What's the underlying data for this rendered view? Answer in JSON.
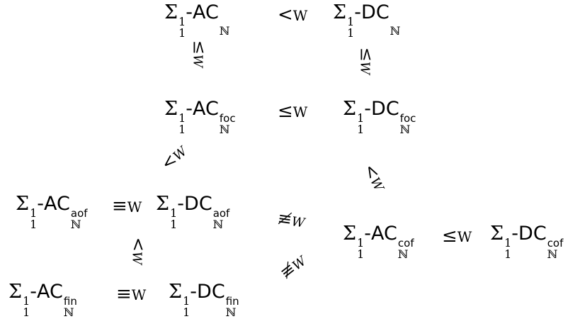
{
  "nodes": {
    "ac": {
      "sigma": "Σ",
      "sub": "1",
      "sup": "1",
      "dash": "-",
      "name": "AC",
      "dom": "ℕ",
      "tag": ""
    },
    "dc": {
      "sigma": "Σ",
      "sub": "1",
      "sup": "1",
      "dash": "-",
      "name": "DC",
      "dom": "ℕ",
      "tag": ""
    },
    "ac_foc": {
      "sigma": "Σ",
      "sub": "1",
      "sup": "1",
      "dash": "-",
      "name": "AC",
      "dom": "ℕ",
      "tag": "foc"
    },
    "dc_foc": {
      "sigma": "Σ",
      "sub": "1",
      "sup": "1",
      "dash": "-",
      "name": "DC",
      "dom": "ℕ",
      "tag": "foc"
    },
    "ac_aof": {
      "sigma": "Σ",
      "sub": "1",
      "sup": "1",
      "dash": "-",
      "name": "AC",
      "dom": "ℕ",
      "tag": "aof"
    },
    "dc_aof": {
      "sigma": "Σ",
      "sub": "1",
      "sup": "1",
      "dash": "-",
      "name": "DC",
      "dom": "ℕ",
      "tag": "aof"
    },
    "ac_cof": {
      "sigma": "Σ",
      "sub": "1",
      "sup": "1",
      "dash": "-",
      "name": "AC",
      "dom": "ℕ",
      "tag": "cof"
    },
    "dc_cof": {
      "sigma": "Σ",
      "sub": "1",
      "sup": "1",
      "dash": "-",
      "name": "DC",
      "dom": "ℕ",
      "tag": "cof"
    },
    "ac_fin": {
      "sigma": "Σ",
      "sub": "1",
      "sup": "1",
      "dash": "-",
      "name": "AC",
      "dom": "ℕ",
      "tag": "fin"
    },
    "dc_fin": {
      "sigma": "Σ",
      "sub": "1",
      "sup": "1",
      "dash": "-",
      "name": "DC",
      "dom": "ℕ",
      "tag": "fin"
    }
  },
  "relations": {
    "ac_lt_dc": {
      "sym": "<",
      "w": "W"
    },
    "foc_le": {
      "sym": "≤",
      "w": "W"
    },
    "aof_eq": {
      "sym": "≡",
      "w": "W"
    },
    "cof_le": {
      "sym": "≤",
      "w": "W"
    },
    "fin_eq": {
      "sym": "≡",
      "w": "W"
    },
    "ac_ge_acfoc": {
      "sym": "≤",
      "w": "W"
    },
    "dc_ge_dcfoc": {
      "sym": "≤",
      "w": "W"
    },
    "foc_lt_aof": {
      "sym": "<",
      "w": "W"
    },
    "foc_lt_cof": {
      "sym": "<",
      "w": "W"
    },
    "aof_gt_fin": {
      "sym": "<",
      "w": "W"
    },
    "aof_neq_cof": {
      "sym": "≢",
      "w": "W"
    },
    "fin_neq_cof": {
      "sym": "≢",
      "w": "W"
    }
  }
}
